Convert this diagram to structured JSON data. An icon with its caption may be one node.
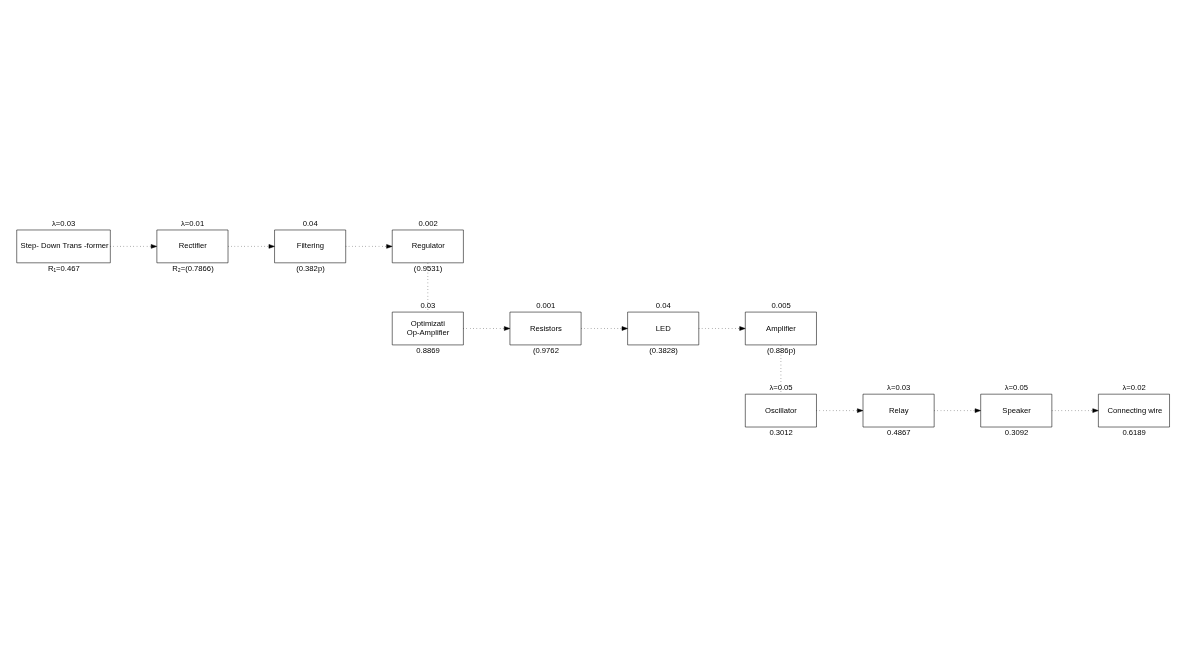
{
  "diagram": {
    "nodes": [
      {
        "text": [
          "Step- Down Trans -former"
        ],
        "beside": [
          "λ=0.03",
          "R₁=0.467"
        ]
      },
      {
        "text": [
          "Rectifier"
        ],
        "beside": [
          "λ=0.01",
          "R₂=(0.7866)"
        ]
      },
      {
        "text": [
          "Filtering"
        ],
        "beside": [
          "0.04",
          "(0.382p)"
        ]
      },
      {
        "text": [
          "Regulator"
        ],
        "beside": [
          "0.002",
          "(0.9531)"
        ]
      },
      {
        "text": [
          "Optimizati",
          "Op-Amplifier"
        ],
        "beside": [
          "0.03",
          "0.8869"
        ]
      },
      {
        "text": [
          "Resistors"
        ],
        "beside": [
          "0.001",
          "(0.9762"
        ]
      },
      {
        "text": [
          "LED"
        ],
        "beside": [
          "0.04",
          "(0.3828)"
        ]
      },
      {
        "text": [
          "Amplifier"
        ],
        "beside": [
          "0.005",
          "(0.886p)"
        ]
      },
      {
        "text": [
          "Oscillator"
        ],
        "beside": [
          "λ=0.05",
          "0.3012"
        ]
      },
      {
        "text": [
          "Relay"
        ],
        "beside": [
          "λ=0.03",
          "0.4867"
        ]
      },
      {
        "text": [
          "Speaker"
        ],
        "beside": [
          "λ=0.05",
          "0.3092"
        ]
      },
      {
        "text": [
          "Connecting wire"
        ],
        "beside": [
          "λ=0.02",
          "0.6189"
        ]
      }
    ],
    "edges": [
      {
        "from": 0,
        "to": 1,
        "arrow": "to"
      },
      {
        "from": 1,
        "to": 2,
        "arrow": "to"
      },
      {
        "from": 2,
        "to": 3,
        "arrow": "to"
      },
      {
        "from": 3,
        "to": 4,
        "arrow": "none"
      },
      {
        "from": 4,
        "to": 5,
        "arrow": "to"
      },
      {
        "from": 5,
        "to": 6,
        "arrow": "to"
      },
      {
        "from": 6,
        "to": 7,
        "arrow": "to"
      },
      {
        "from": 7,
        "to": 8,
        "arrow": "none"
      },
      {
        "from": 8,
        "to": 9,
        "arrow": "to"
      },
      {
        "from": 9,
        "to": 10,
        "arrow": "to"
      },
      {
        "from": 10,
        "to": 11,
        "arrow": "to"
      }
    ]
  }
}
